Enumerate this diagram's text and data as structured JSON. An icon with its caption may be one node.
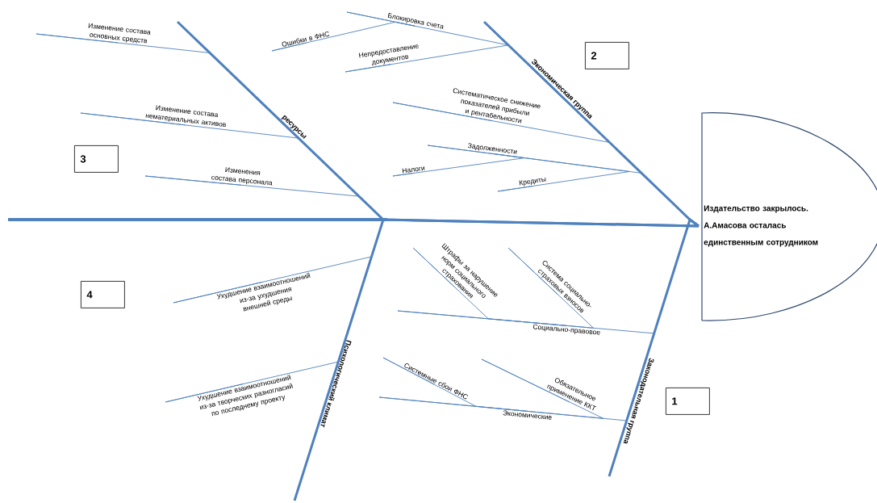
{
  "diagram": {
    "nodes": [
      {
        "text": [
          "Издательство закрылось. А.Амасова осталась единственным сотрудником"
        ]
      },
      {
        "text": [
          "ресурсы"
        ]
      },
      {
        "text": [
          "Экономическая группа"
        ]
      },
      {
        "text": [
          "Законодательная группа"
        ]
      },
      {
        "text": [
          "Психологический климат"
        ]
      },
      {
        "text": [
          "Изменение состава основных средств"
        ]
      },
      {
        "text": [
          "Изменение состава нематериальных активов"
        ]
      },
      {
        "text": [
          "Изменения состава персонала"
        ]
      },
      {
        "text": [
          "Блокировка счета"
        ]
      },
      {
        "text": [
          "Ошибки в ФНС"
        ]
      },
      {
        "text": [
          "Непредоставление документов"
        ]
      },
      {
        "text": [
          "Систематическое снижение показателей прибыли и рентабельности"
        ]
      },
      {
        "text": [
          "Задолженности"
        ]
      },
      {
        "text": [
          "Налоги"
        ]
      },
      {
        "text": [
          "Кредиты"
        ]
      },
      {
        "text": [
          "Социально-правовое"
        ]
      },
      {
        "text": [
          "Штрафы за нарушение норм социального страхования"
        ]
      },
      {
        "text": [
          "Система социально-страховых взносов"
        ]
      },
      {
        "text": [
          "Экономические"
        ]
      },
      {
        "text": [
          "Системные сбои ФНС"
        ]
      },
      {
        "text": [
          "Обязательное применение ККТ"
        ]
      },
      {
        "text": [
          "Ухудшение взаимоотношений из-за ухудшения внешней среды"
        ]
      },
      {
        "text": [
          "Ухудшение взаимоотношений из-за творческих разногласий по последнему проекту"
        ]
      },
      {
        "text": [
          "1"
        ]
      },
      {
        "text": [
          "2"
        ]
      },
      {
        "text": [
          "3"
        ]
      },
      {
        "text": [
          "4"
        ]
      }
    ],
    "edges": [
      {
        "from": 1,
        "to": 0,
        "arrow": "none",
        "style": "thick"
      },
      {
        "from": 2,
        "to": 0,
        "arrow": "none",
        "style": "thick"
      },
      {
        "from": 3,
        "to": 0,
        "arrow": "none",
        "style": "thick"
      },
      {
        "from": 4,
        "to": 0,
        "arrow": "none",
        "style": "thick"
      },
      {
        "from": 5,
        "to": 1,
        "arrow": "none"
      },
      {
        "from": 6,
        "to": 1,
        "arrow": "none"
      },
      {
        "from": 7,
        "to": 1,
        "arrow": "none"
      },
      {
        "from": 8,
        "to": 2,
        "arrow": "none"
      },
      {
        "from": 9,
        "to": 8,
        "arrow": "none"
      },
      {
        "from": 10,
        "to": 2,
        "arrow": "none"
      },
      {
        "from": 11,
        "to": 2,
        "arrow": "none"
      },
      {
        "from": 12,
        "to": 2,
        "arrow": "none"
      },
      {
        "from": 13,
        "to": 12,
        "arrow": "none"
      },
      {
        "from": 14,
        "to": 12,
        "arrow": "none"
      },
      {
        "from": 15,
        "to": 3,
        "arrow": "none"
      },
      {
        "from": 16,
        "to": 15,
        "arrow": "none"
      },
      {
        "from": 17,
        "to": 15,
        "arrow": "none"
      },
      {
        "from": 18,
        "to": 3,
        "arrow": "none"
      },
      {
        "from": 19,
        "to": 18,
        "arrow": "none"
      },
      {
        "from": 20,
        "to": 18,
        "arrow": "none"
      },
      {
        "from": 21,
        "to": 4,
        "arrow": "none"
      },
      {
        "from": 22,
        "to": 4,
        "arrow": "none"
      }
    ]
  }
}
